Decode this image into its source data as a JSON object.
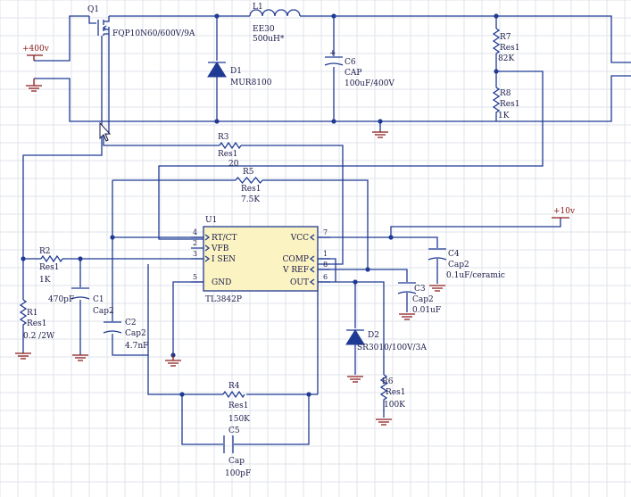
{
  "components": {
    "q1": {
      "ref": "Q1",
      "value": "FQP10N60/600V/9A"
    },
    "l1": {
      "ref": "L1",
      "core": "EE30",
      "value": "500uH*"
    },
    "d1": {
      "ref": "D1",
      "value": "MUR8100"
    },
    "c6": {
      "ref": "C6",
      "type": "CAP",
      "value": "100uF/400V"
    },
    "r7": {
      "ref": "R7",
      "type": "Res1",
      "value": "82K"
    },
    "r8": {
      "ref": "R8",
      "type": "Res1",
      "value": "1K"
    },
    "r3": {
      "ref": "R3",
      "type": "Res1",
      "value": "20"
    },
    "r5": {
      "ref": "R5",
      "type": "Res1",
      "value": "7.5K"
    },
    "r2": {
      "ref": "R2",
      "type": "Res1",
      "value": "1K"
    },
    "r1": {
      "ref": "R1",
      "type": "Res1",
      "value": "0.2 /2W"
    },
    "c1": {
      "ref": "C1",
      "type": "Cap2",
      "value": "470pF"
    },
    "c2": {
      "ref": "C2",
      "type": "Cap2",
      "value": "4.7nF"
    },
    "c3": {
      "ref": "C3",
      "type": "Cap2",
      "value": "0.01uF"
    },
    "c4": {
      "ref": "C4",
      "type": "Cap2",
      "value": "0.1uF/ceramic"
    },
    "d2": {
      "ref": "D2",
      "value": "SR3010/100V/3A"
    },
    "r6": {
      "ref": "R6",
      "type": "Res1",
      "value": "100K"
    },
    "r4": {
      "ref": "R4",
      "type": "Res1",
      "value": "150K"
    },
    "c5": {
      "ref": "C5",
      "type": "Cap",
      "value": "100pF"
    }
  },
  "ic": {
    "ref": "U1",
    "part": "TL3842P",
    "pins": [
      {
        "num": "4",
        "name": "RT/CT"
      },
      {
        "num": "2",
        "name": "VFB"
      },
      {
        "num": "3",
        "name": "I SEN"
      },
      {
        "num": "5",
        "name": "GND"
      },
      {
        "num": "7",
        "name": "VCC"
      },
      {
        "num": "1",
        "name": "COMP"
      },
      {
        "num": "8",
        "name": "V REF"
      },
      {
        "num": "6",
        "name": "OUT"
      }
    ]
  },
  "power": {
    "v400": "+400v",
    "v10": "+10v"
  },
  "colors": {
    "wire": "#1f3a93",
    "power": "#8b1a1a",
    "grid": "#dfe3ea",
    "background": "#ffffff"
  },
  "icons": {
    "cursor": "mouse-pointer-icon"
  }
}
